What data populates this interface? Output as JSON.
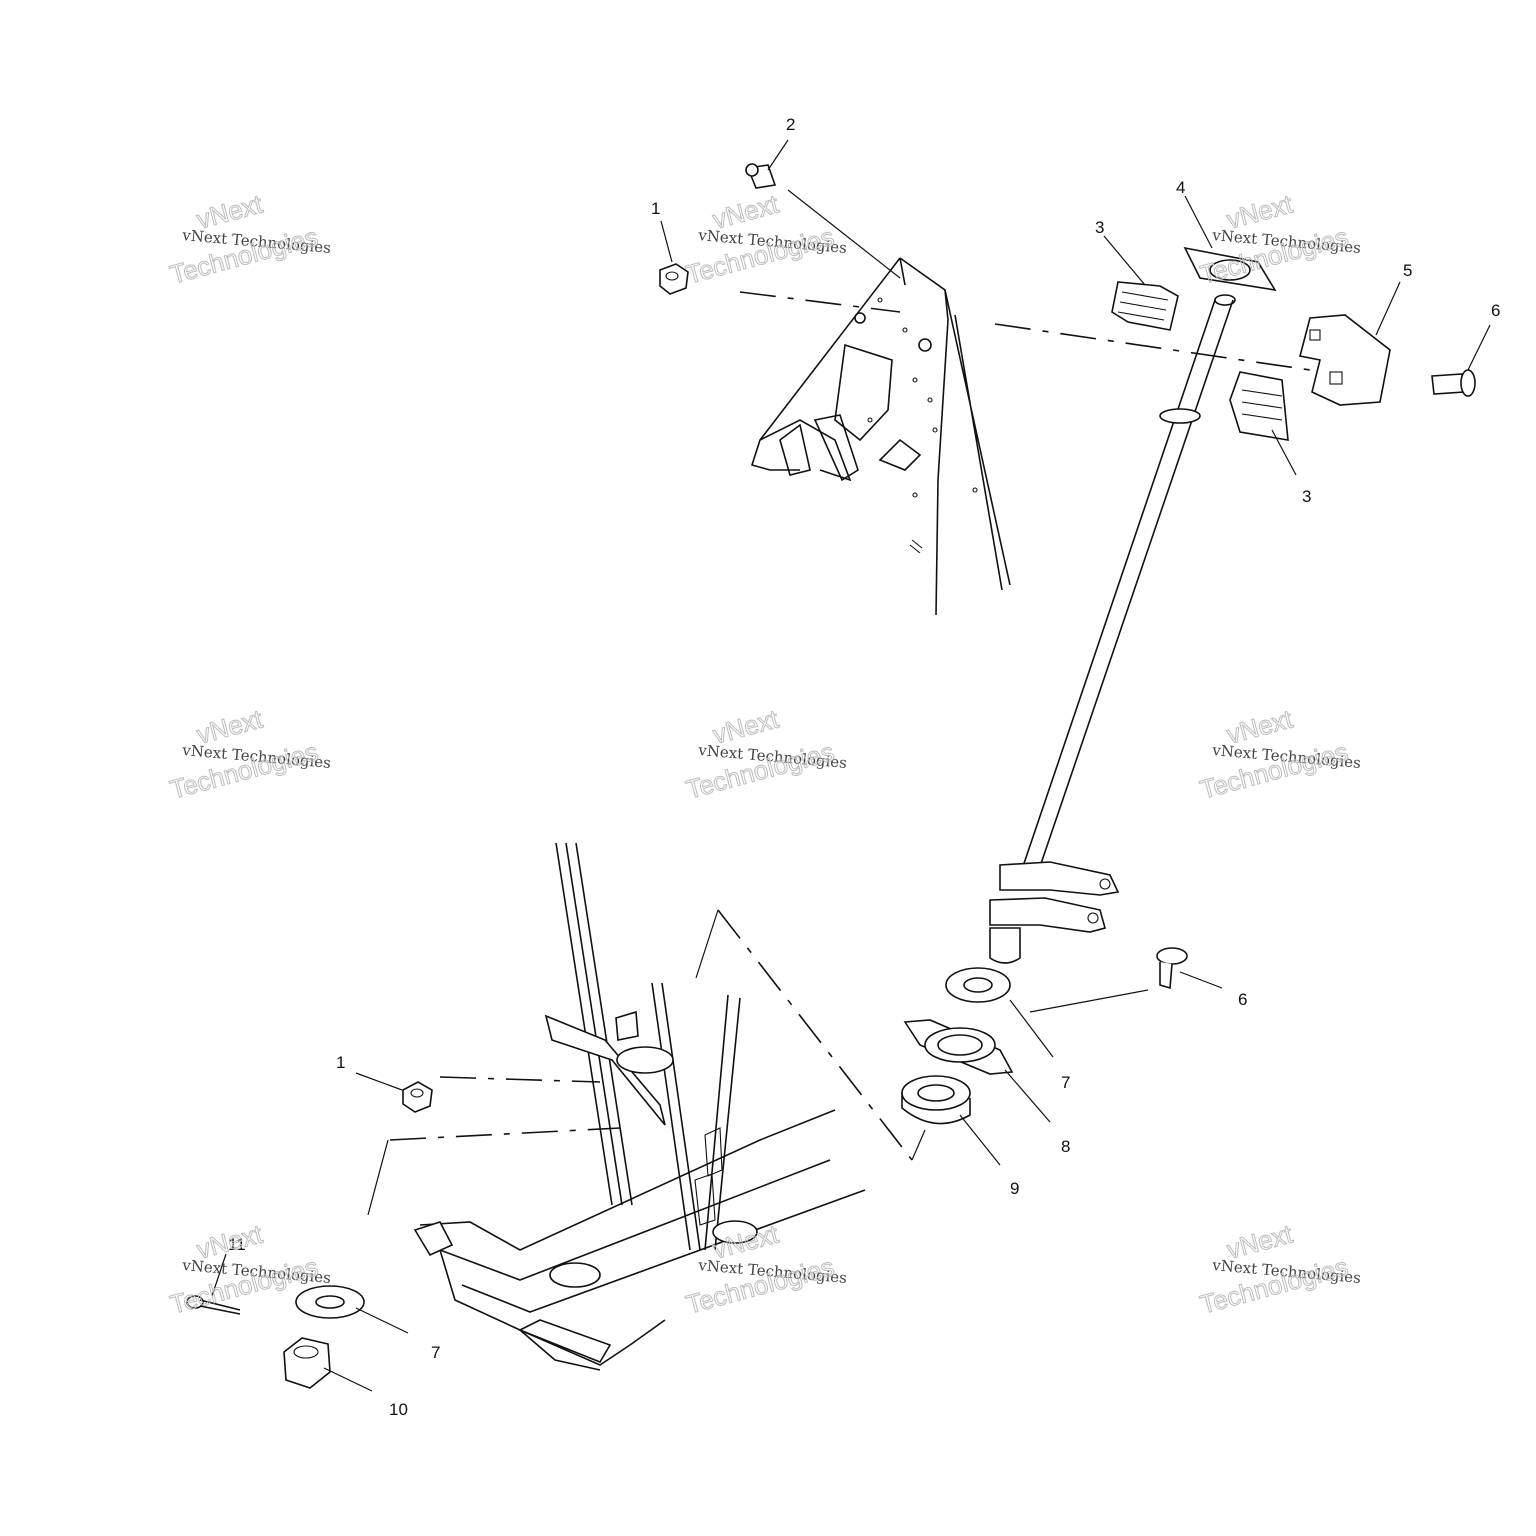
{
  "callouts": {
    "c1_top": "1",
    "c2": "2",
    "c3_top": "3",
    "c4": "4",
    "c5": "5",
    "c6_top": "6",
    "c3_bottom": "3",
    "c6_mid": "6",
    "c7_mid": "7",
    "c8": "8",
    "c9": "9",
    "c1_bottom": "1",
    "c11": "11",
    "c7_bottom": "7",
    "c10": "10"
  },
  "watermark": {
    "line_small": "vNext Technologies",
    "line_big_1": "vNext",
    "line_big_2": "Technologies"
  }
}
